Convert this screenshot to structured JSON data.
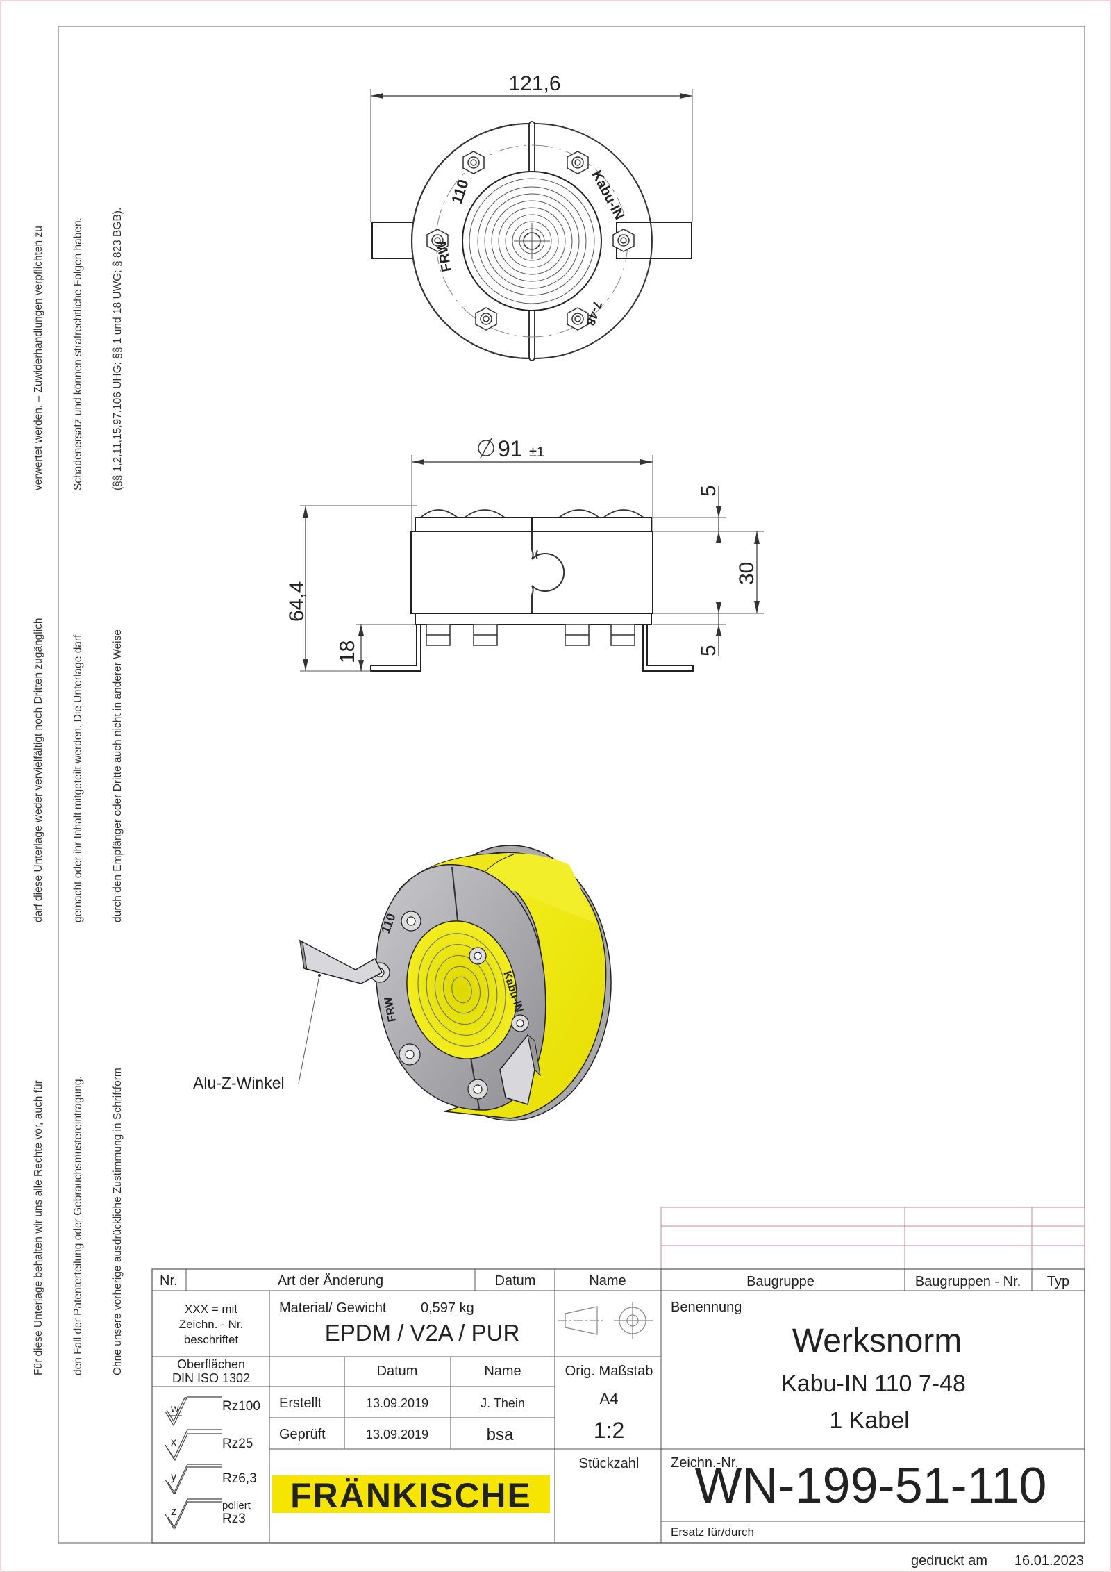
{
  "sidebar_notice": {
    "lines": [
      "Für diese Unterlage behalten wir uns alle Rechte vor, auch für",
      "den Fall der Patenterteilung oder Gebrauchsmustereintragung.",
      "Ohne unsere vorherige ausdrückliche Zustimmung in Schriftform",
      "darf diese Unterlage weder vervielfältigt noch Dritten zugänglich",
      "gemacht oder ihr Inhalt mitgeteilt werden. Die Unterlage darf",
      "durch den Empfänger oder Dritte auch nicht in anderer Weise",
      "verwertet werden. – Zuwiderhandlungen verpflichten zu",
      "Schadenersatz und können strafrechtliche Folgen haben.",
      "(§§ 1,2,11,15,97,106 UHG; §§ 1 und 18 UWG; § 823 BGB)."
    ]
  },
  "views": {
    "top": {
      "dim_width": "121,6",
      "marks": [
        "110",
        "Kabu-IN",
        "FRW",
        "7-48"
      ]
    },
    "side": {
      "dim_diameter": "91",
      "dim_tol": "±1",
      "dim_height": "64,4",
      "dim_foot": "18",
      "dim_top": "5",
      "dim_body": "30",
      "dim_bottom": "5"
    },
    "iso": {
      "callout": "Alu-Z-Winkel",
      "marks": [
        "110",
        "FRW",
        "Kabu-IN"
      ]
    }
  },
  "revision_table": {
    "headers": [
      "Nr.",
      "Art der Änderung",
      "Datum",
      "Name"
    ]
  },
  "baugruppe": {
    "headers": [
      "Baugruppe",
      "Baugruppen - Nr.",
      "Typ"
    ]
  },
  "title_block": {
    "marking_note": "XXX = mit\nZeichn. - Nr.\nbeschriftet",
    "marking_note_lines": [
      "XXX = mit",
      "Zeichn. - Nr.",
      "beschriftet"
    ],
    "surface_header": [
      "Oberflächen",
      "DIN  ISO  1302"
    ],
    "surfaces": [
      {
        "symbol": "w",
        "value": "Rz100",
        "note": ""
      },
      {
        "symbol": "x",
        "value": "Rz25",
        "note": ""
      },
      {
        "symbol": "y",
        "value": "Rz6,3",
        "note": ""
      },
      {
        "symbol": "z",
        "value": "Rz3",
        "note": "poliert"
      }
    ],
    "material_label": "Material/ Gewicht",
    "weight": "0,597 kg",
    "material": "EPDM / V2A / PUR",
    "date_header": "Datum",
    "name_header": "Name",
    "created_label": "Erstellt",
    "created_date": "13.09.2019",
    "created_name": "J. Thein",
    "checked_label": "Geprüft",
    "checked_date": "13.09.2019",
    "checked_name": "bsa",
    "orig_scale_label": "Orig. Maßstab",
    "format": "A4",
    "scale": "1:2",
    "quantity_label": "Stückzahl",
    "company": "FRÄNKISCHE",
    "company_color": "#f5e500",
    "designation_label": "Benennung",
    "designation_1": "Werksnorm",
    "designation_2": "Kabu-IN 110 7-48",
    "designation_3": "1 Kabel",
    "drawing_no_label": "Zeichn.-Nr.",
    "drawing_no": "WN-199-51-110",
    "replaces_label": "Ersatz für/durch"
  },
  "footer": {
    "printed_label": "gedruckt am",
    "printed_date": "16.01.2023"
  },
  "colors": {
    "part_yellow": "#f2ec14",
    "frame": "#777777"
  }
}
